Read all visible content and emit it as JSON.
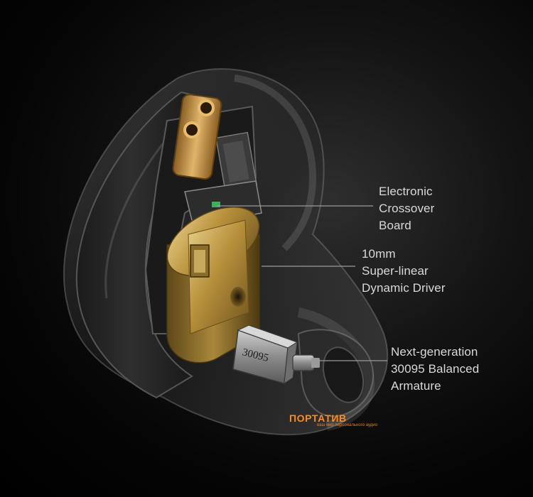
{
  "labels": {
    "crossover": "Electronic\nCrossover\nBoard",
    "driver": "10mm\nSuper-linear\nDynamic Driver",
    "armature": "Next-generation\n30095 Balanced\nArmature"
  },
  "armature_marking": "30095",
  "watermark": {
    "brand": "ПОРТАТИВ",
    "tagline": "ваш мир персонального аудио"
  },
  "colors": {
    "background": "#000000",
    "label_text": "#d9d9d9",
    "callout_line": "#9a9a9a",
    "driver_gold": "#c8a24a",
    "connector_gold": "#c9963a",
    "watermark": "#ff8c1a"
  }
}
